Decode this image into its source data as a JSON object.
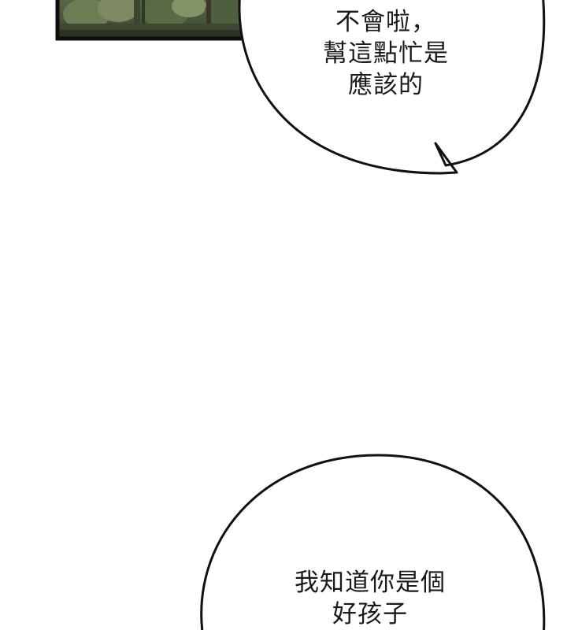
{
  "panel": {
    "description_hidden": ""
  },
  "bubbles": [
    {
      "lines": [
        "不會啦，",
        "幫這點忙是",
        "應該的"
      ]
    },
    {
      "lines": [
        "我知道你是個",
        "好孩子"
      ]
    }
  ],
  "colors": {
    "background": "#ffffff",
    "ink": "#111111",
    "panel_border": "#0d0d0d",
    "foliage_dark": "#2d3a26",
    "foliage_mid": "#4f5e3e",
    "foliage_light": "#7d8a63"
  }
}
